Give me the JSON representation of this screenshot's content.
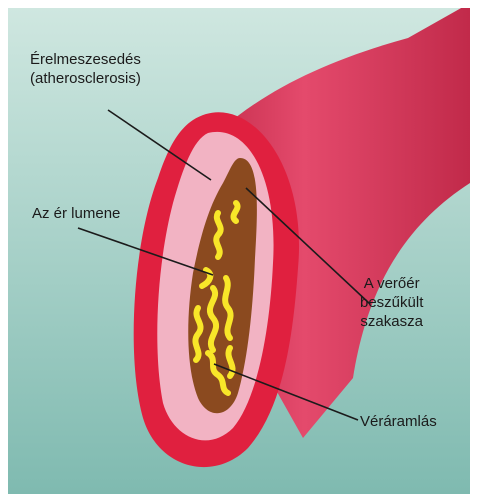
{
  "labels": {
    "atherosclerosis": [
      "Érelmeszesedés",
      "(atherosclerosis)"
    ],
    "lumen": "Az ér lumene",
    "narrowed": [
      "A verőér",
      "beszűkült",
      "szakasza"
    ],
    "bloodflow": "Véráramlás"
  },
  "colors": {
    "background_top": "#cfe7e0",
    "background_bottom": "#7fbab0",
    "artery_outer": "#d8385a",
    "artery_wall": "#e0203f",
    "intima": "#f2b3c3",
    "plaque": "#8b4a1f",
    "blood_flow": "#f8e629",
    "leader_line": "#1b1b1b"
  }
}
